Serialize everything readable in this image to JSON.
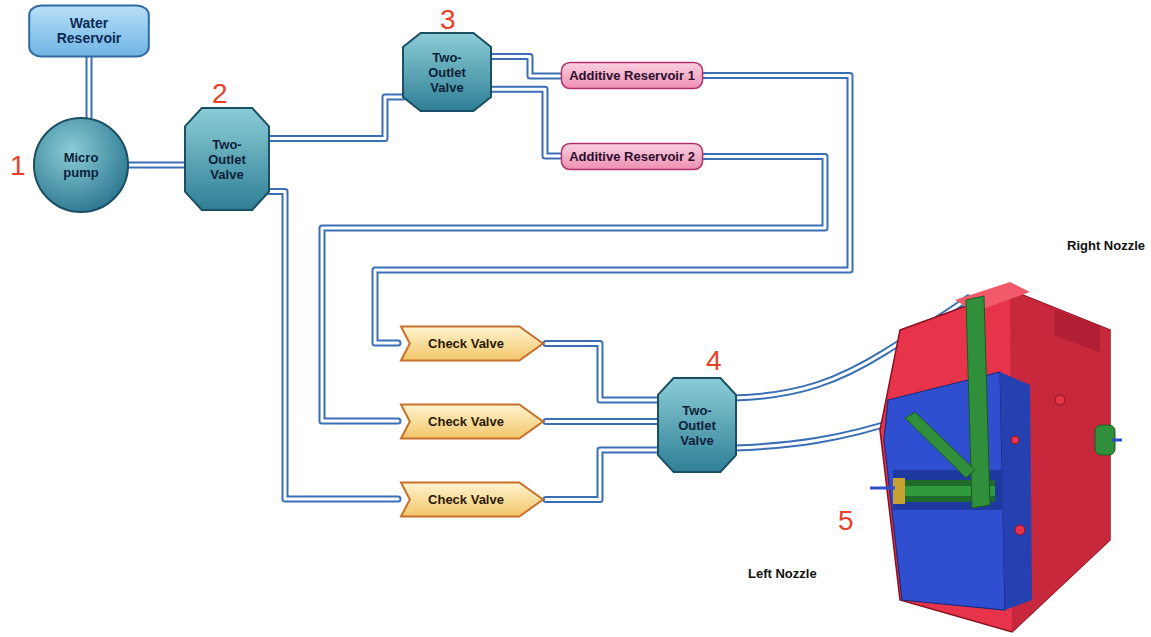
{
  "diagram": {
    "nodes": [
      {
        "text": [
          "Water Reservoir"
        ]
      },
      {
        "text": [
          "Micro pump"
        ]
      },
      {
        "text": [
          "Two-Outlet Valve"
        ]
      },
      {
        "text": [
          "Two-Outlet Valve"
        ]
      },
      {
        "text": [
          "Additive Reservoir 1"
        ]
      },
      {
        "text": [
          "Additive Reservoir 2"
        ]
      },
      {
        "text": [
          "Check Valve"
        ]
      },
      {
        "text": [
          "Check Valve"
        ]
      },
      {
        "text": [
          "Check Valve"
        ]
      },
      {
        "text": [
          "Two-Outlet Valve"
        ]
      }
    ],
    "edges": [
      {
        "from": 0,
        "to": 1,
        "arrow": "none"
      },
      {
        "from": 1,
        "to": 2,
        "arrow": "none"
      },
      {
        "from": 2,
        "to": 3,
        "arrow": "none"
      },
      {
        "from": 3,
        "to": 4,
        "arrow": "none"
      },
      {
        "from": 3,
        "to": 5,
        "arrow": "none"
      },
      {
        "from": 4,
        "to": 6,
        "arrow": "none"
      },
      {
        "from": 5,
        "to": 7,
        "arrow": "none"
      },
      {
        "from": 2,
        "to": 8,
        "arrow": "none"
      },
      {
        "from": 6,
        "to": 9,
        "arrow": "none"
      },
      {
        "from": 7,
        "to": 9,
        "arrow": "none"
      },
      {
        "from": 8,
        "to": 9,
        "arrow": "none"
      }
    ],
    "labels": [
      "1",
      "2",
      "3",
      "4",
      "5",
      "Right Nozzle",
      "Left Nozzle"
    ]
  }
}
